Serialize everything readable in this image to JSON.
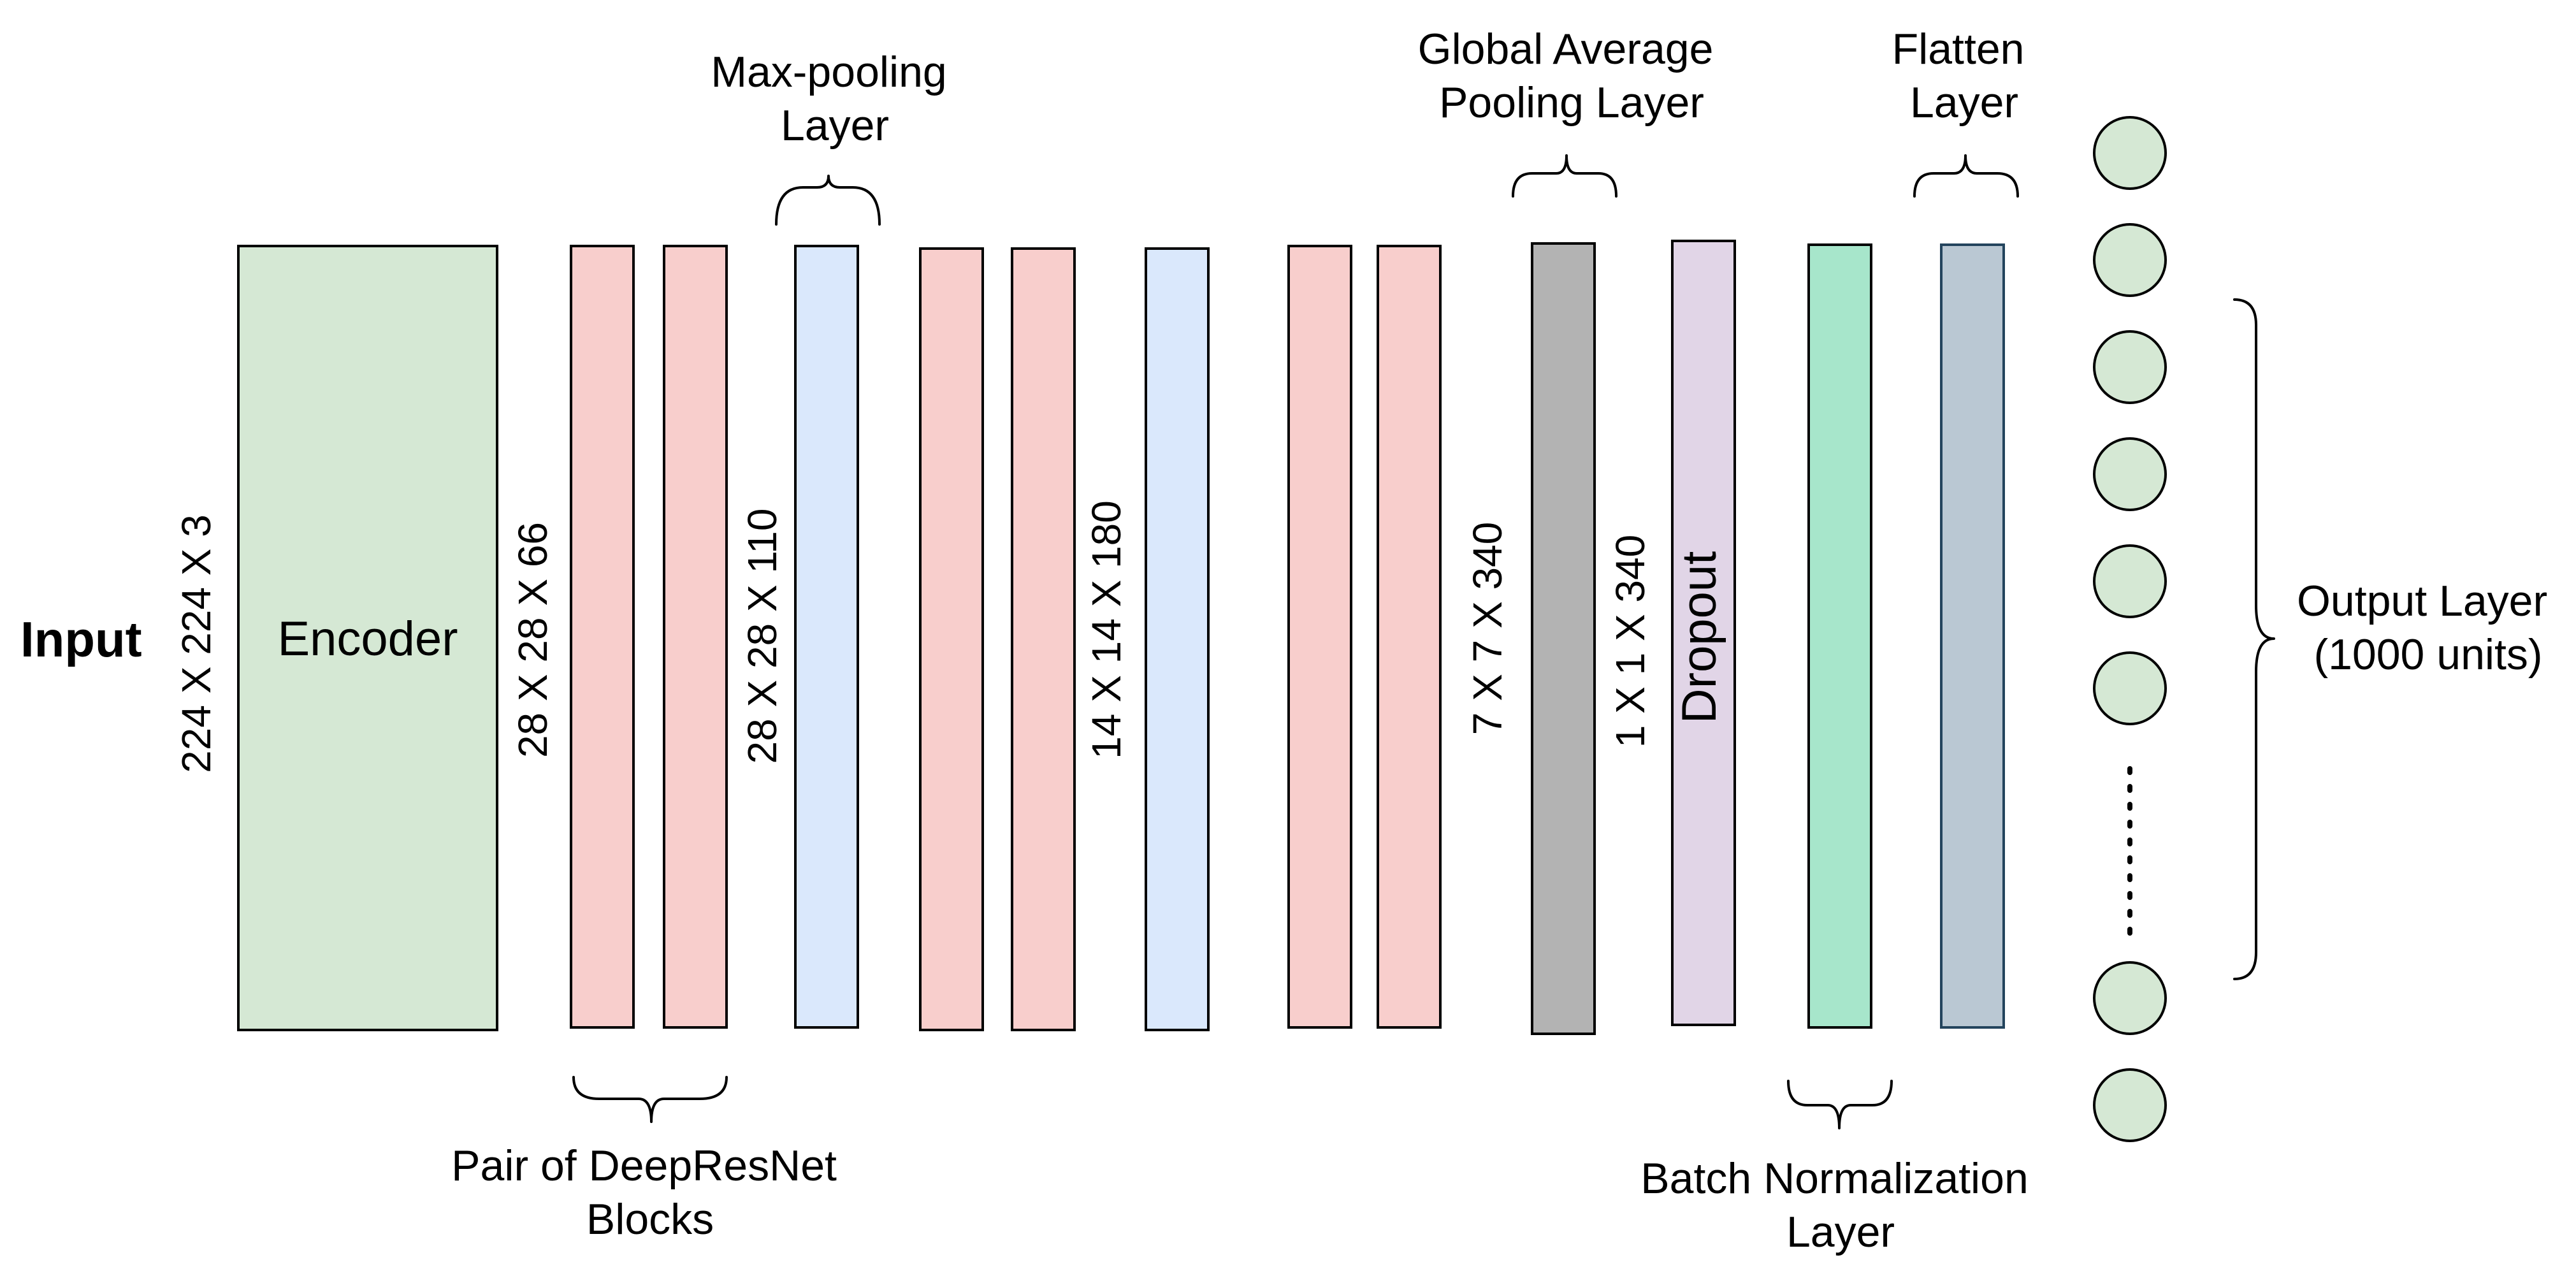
{
  "colors": {
    "encoder": "#d5e8d4",
    "resnet_block": "#f8cecc",
    "max_pool": "#dae8fc",
    "global_avg_pool": "#b3b3b3",
    "dropout": "#e1d5e7",
    "batch_norm": "#a7e6cb",
    "flatten": "#bac8d3",
    "output_node": "#d5e8d4",
    "stroke": "#000000"
  },
  "input": {
    "label": "Input"
  },
  "encoder": {
    "label": "Encoder"
  },
  "dropout": {
    "label": "Dropout"
  },
  "dimensions": {
    "input": "224 X 224 X 3",
    "after_encoder": "28 X 28 X 66",
    "after_block_pair_1": "28 X 28 X 110",
    "after_block_pair_2": "14 X 14 X 180",
    "after_block_pair_3": "7 X 7 X 340",
    "after_global_pool": "1 X 1 X 340"
  },
  "annotations": {
    "max_pooling": [
      "Max-pooling",
      "Layer"
    ],
    "global_average_pooling": [
      "Global Average",
      "Pooling Layer"
    ],
    "flatten": [
      "Flatten",
      "Layer"
    ],
    "resnet_pair": [
      "Pair of DeepResNet",
      "Blocks"
    ],
    "batch_norm": [
      "Batch Normalization",
      "Layer"
    ],
    "output": [
      "Output Layer",
      "(1000 units)"
    ]
  }
}
